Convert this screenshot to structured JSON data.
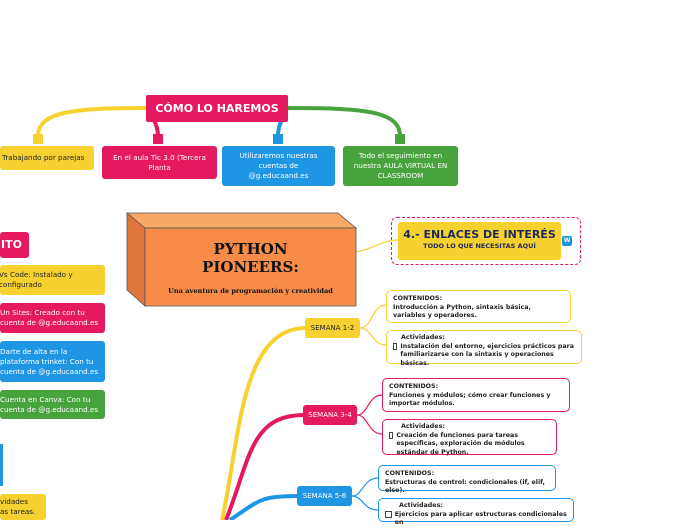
{
  "header": {
    "title": "CÓMO LO HAREMOS"
  },
  "top_branches": [
    {
      "text": "Trabajando por parejas"
    },
    {
      "text": "En el aula Tic 3.0 (Tercera Planta"
    },
    {
      "text": "Utilizaremos nuestras cuentas de @g.educaand.es"
    },
    {
      "text": "Todo el seguimiento en nuestra AULA VIRTUAL EN CLASSROOM"
    }
  ],
  "left_panel": {
    "title": "ITO",
    "items": [
      {
        "text": "Vs Code: Instalado y configurado"
      },
      {
        "text": "Un Sites: Creado con tu cuenta de @g.educaand.es"
      },
      {
        "text": "Darte de alta en la plataforma trinket: Con tu cuenta de @g.educaand.es"
      },
      {
        "text": "Cuenta en Canva: Con tu cuenta de @g.educaand.es"
      }
    ],
    "bottom_text_1": "vidades",
    "bottom_text_2": "as tareas."
  },
  "central": {
    "title": "PYTHON PIONEERS:",
    "subtitle": "Una aventura de programación y creatividad"
  },
  "links": {
    "title": "4.- ENLACES DE INTERÉS",
    "subtitle": "TODO LO QUE NECESITAS AQUÍ",
    "badge": "W"
  },
  "weeks": [
    {
      "label": "SEMANA 1-2",
      "contents_title": "CONTENIDOS:",
      "contents_text": "Introducción a Python, sintaxis básica, variables y operadores.",
      "activities_title": "Actividades:",
      "activities_text": "Instalación del entorno, ejercicios prácticos para familiarizarse con la sintaxis y operaciones básicas."
    },
    {
      "label": "SEMANA 3-4",
      "contents_title": "CONTENIDOS:",
      "contents_text": "Funciones y módulos; cómo crear funciones y importar módulos.",
      "activities_title": "Actividades:",
      "activities_text": "Creación de funciones para tareas específicas, exploración de módulos estándar de Python."
    },
    {
      "label": "SEMANA 5-6",
      "contents_title": "CONTENIDOS:",
      "contents_text": "Estructuras de control: condicionales (if, elif, else).",
      "activities_title": "Actividades:",
      "activities_text": "Ejercicios para aplicar estructuras condicionales en"
    }
  ],
  "colors": {
    "yellow": "#f7d12f",
    "pink": "#e5195f",
    "blue": "#1e96e3",
    "green": "#47a33c",
    "orange": "#f68c48"
  }
}
